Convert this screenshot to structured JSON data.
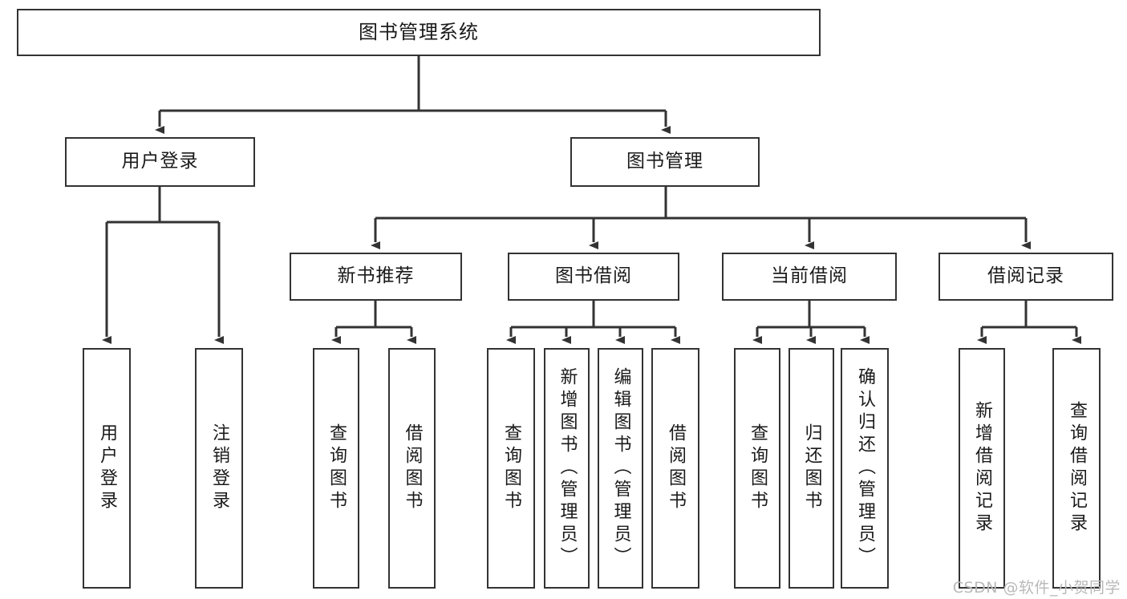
{
  "diagram": {
    "title": "图书管理系统",
    "watermark": "CSDN @软件_小贺同学",
    "line_color": "#333333",
    "box_fill": "#ffffff",
    "text_color": "#1a1a1a",
    "watermark_color": "#b9b9b9"
  },
  "nodes": {
    "root": {
      "label": "图书管理系统"
    },
    "level1": [
      {
        "label": "用户登录"
      },
      {
        "label": "图书管理"
      }
    ],
    "level2": [
      {
        "label": "新书推荐"
      },
      {
        "label": "图书借阅"
      },
      {
        "label": "当前借阅"
      },
      {
        "label": "借阅记录"
      }
    ],
    "leaves": {
      "user_login": [
        {
          "label": "用户登录"
        },
        {
          "label": "注销登录"
        }
      ],
      "new_book_recommend": [
        {
          "label": "查询图书"
        },
        {
          "label": "借阅图书"
        }
      ],
      "book_borrow": [
        {
          "label": "查询图书"
        },
        {
          "label": "新增图书（管理员）"
        },
        {
          "label": "编辑图书（管理员）"
        },
        {
          "label": "借阅图书"
        }
      ],
      "current_borrow": [
        {
          "label": "查询图书"
        },
        {
          "label": "归还图书"
        },
        {
          "label": "确认归还（管理员）"
        }
      ],
      "borrow_record": [
        {
          "label": "新增借阅记录"
        },
        {
          "label": "查询借阅记录"
        }
      ]
    }
  }
}
